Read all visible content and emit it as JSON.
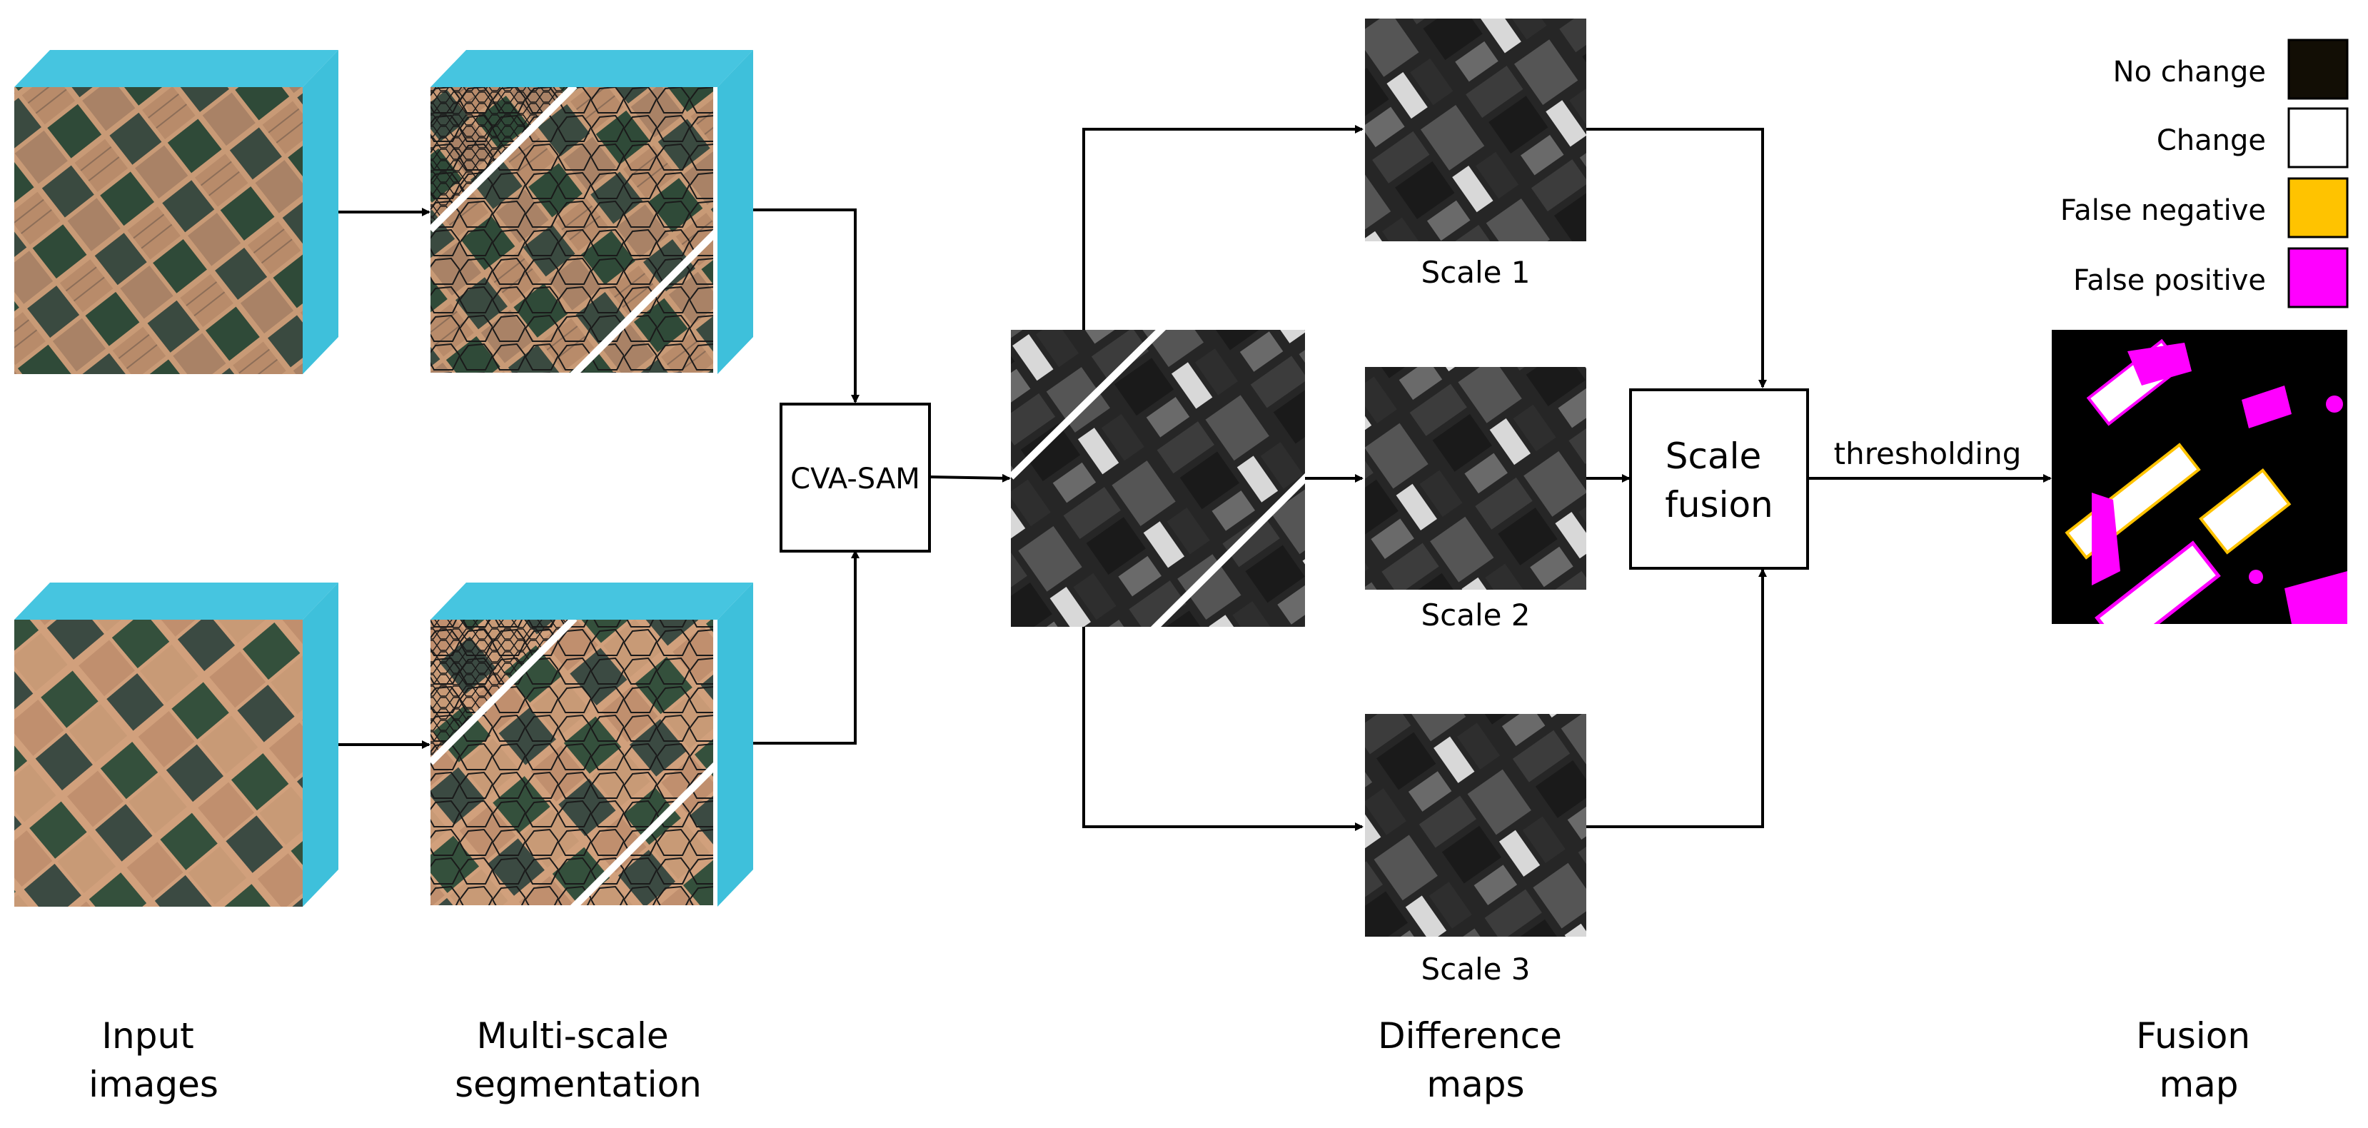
{
  "stages": {
    "input": "Input\nimages",
    "segmentation": "Multi-scale\nsegmentation",
    "difference": "Difference\nmaps",
    "fusion": "Fusion\nmap"
  },
  "boxes": {
    "cva_sam": "CVA-SAM",
    "scale_fusion": "Scale\nfusion"
  },
  "edges": {
    "thresholding": "thresholding"
  },
  "scales": [
    "Scale 1",
    "Scale 2",
    "Scale 3"
  ],
  "legend": [
    {
      "label": "No change",
      "color": "#120e05"
    },
    {
      "label": "Change",
      "color": "#ffffff"
    },
    {
      "label": "False negative",
      "color": "#ffc300"
    },
    {
      "label": "False positive",
      "color": "#ff00ff"
    }
  ],
  "colors": {
    "cube_side": "#3ec0db",
    "cube_top": "#46c5e0",
    "field_tan": "#c89a76",
    "field_dark": "#3a4a40",
    "field_green": "#2f4a38"
  }
}
